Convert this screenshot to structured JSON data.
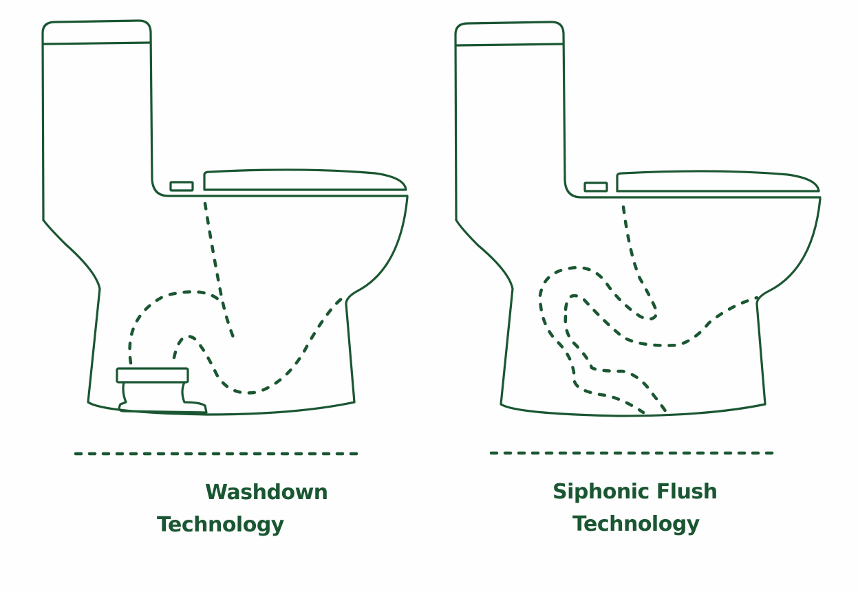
{
  "diagram": {
    "colors": {
      "stroke": "#1a5632",
      "background": "#fdfefd",
      "text": "#1a5632"
    },
    "panels": [
      {
        "id": "washdown",
        "title_line1": "Washdown",
        "title_line2": "Technology",
        "icon": "toilet-washdown-icon"
      },
      {
        "id": "siphonic",
        "title_line1": "Siphonic Flush",
        "title_line2": "Technology",
        "icon": "toilet-siphonic-icon"
      }
    ]
  }
}
